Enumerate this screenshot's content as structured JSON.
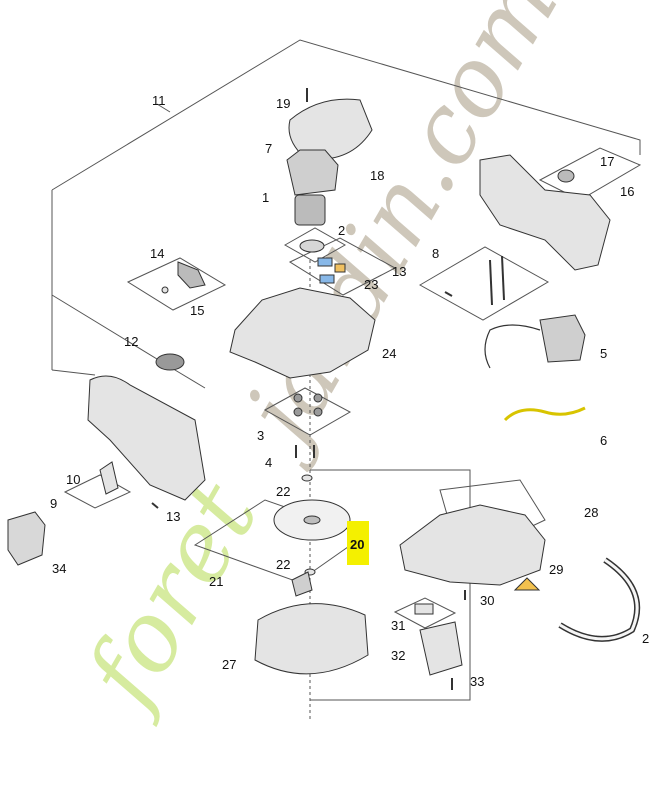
{
  "diagram": {
    "part_numbers": [
      "1",
      "2",
      "3",
      "4",
      "5",
      "6",
      "7",
      "8",
      "9",
      "10",
      "11",
      "12",
      "13",
      "14",
      "15",
      "16",
      "17",
      "18",
      "19",
      "20",
      "21",
      "22",
      "23",
      "24",
      "27",
      "28",
      "29",
      "30",
      "31",
      "32",
      "33",
      "34"
    ],
    "highlighted_part": "20",
    "highlight_color": "#f4f000",
    "line_color": "#555555",
    "part_fill": "#e4e4e4",
    "part_stroke": "#333333"
  },
  "watermark": {
    "prefix": "foret",
    "suffix": "jardin.com",
    "prefix_color": "#d6eb9f",
    "suffix_color": "#c9c2b3"
  }
}
